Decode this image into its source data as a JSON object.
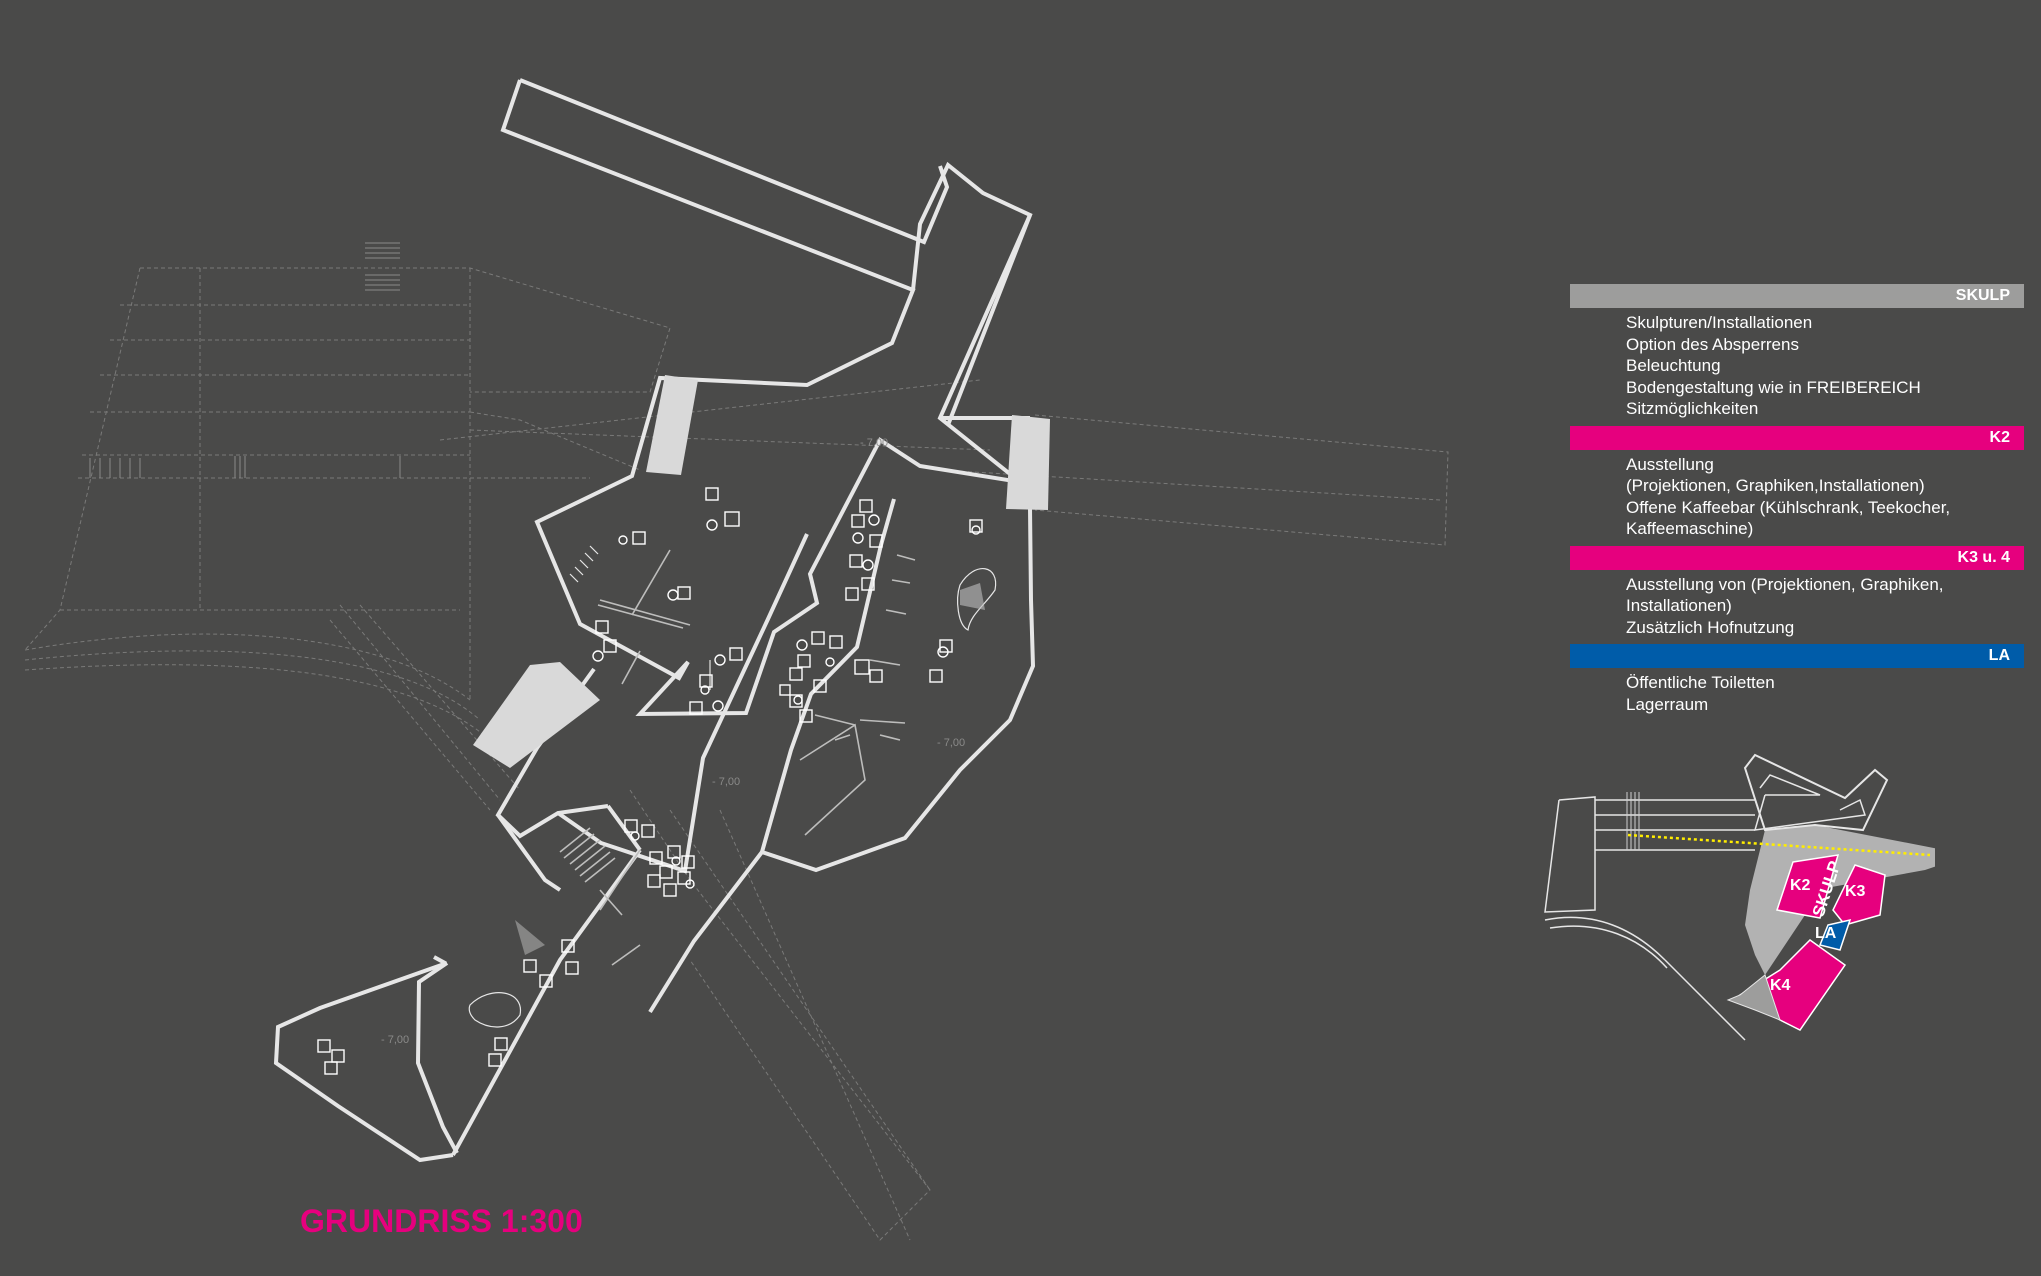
{
  "legend": {
    "sections": [
      {
        "code": "SKULP",
        "color": "#9d9d9c",
        "items": [
          "Skulpturen/Installationen",
          "Option des Absperrens",
          "Beleuchtung",
          "Bodengestaltung wie in FREIBEREICH",
          "Sitzmöglichkeiten"
        ]
      },
      {
        "code": "K2",
        "color": "#e6007e",
        "items": [
          "Ausstellung",
          "(Projektionen, Graphiken,Installationen)",
          "Offene Kaffeebar (Kühlschrank, Teekocher,",
          "Kaffeemaschine)"
        ]
      },
      {
        "code": "K3 u. 4",
        "color": "#e6007e",
        "items": [
          "Ausstellung von (Projektionen, Graphiken,",
          "Installationen)",
          "Zusätzlich Hofnutzung"
        ]
      },
      {
        "code": "LA",
        "color": "#005ca9",
        "items": [
          "Öffentliche Toiletten",
          "Lagerraum"
        ]
      }
    ]
  },
  "plan": {
    "title": "GRUNDRISS 1:300",
    "title_color": "#e6007e",
    "level_labels": [
      "- 7,00",
      "- 7,00",
      "- 7,00",
      "- 7,00"
    ]
  },
  "minimap": {
    "labels": {
      "k2": "K2",
      "k3": "K3",
      "k4": "K4",
      "skulp": "SKULP",
      "la": "LA"
    },
    "colors": {
      "zone": "#e6007e",
      "la": "#005ca9",
      "skulp": "#b2b2b2",
      "axis": "#ffed00"
    }
  }
}
